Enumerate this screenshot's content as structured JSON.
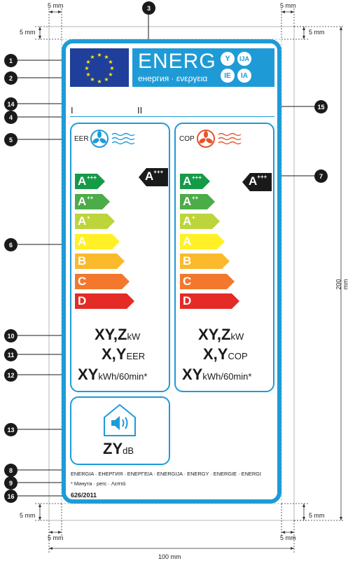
{
  "dimensions": {
    "top_left": "5 mm",
    "top_right": "5 mm",
    "side_tl": "5 mm",
    "side_tr": "5 mm",
    "side_bl": "5 mm",
    "side_br": "5 mm",
    "bottom_left": "5 mm",
    "bottom_right": "5 mm",
    "height": "200 mm",
    "width": "100 mm"
  },
  "callouts": [
    "1",
    "2",
    "3",
    "14",
    "4",
    "5",
    "6",
    "7",
    "15",
    "10",
    "11",
    "12",
    "13",
    "8",
    "9",
    "16"
  ],
  "header": {
    "energ": "ENERG",
    "sub": "енергия · ενεργεια",
    "badges": [
      "Y",
      "IJA",
      "IE",
      "IA"
    ]
  },
  "markers": {
    "one": "I",
    "two": "II"
  },
  "cooling": {
    "label": "EER",
    "grades": [
      "A",
      "A",
      "A",
      "A",
      "B",
      "C",
      "D"
    ],
    "grade_sups": [
      "+++",
      "++",
      "+",
      "",
      "",
      "",
      ""
    ],
    "arrow": "A",
    "arrow_sup": "+++",
    "capacity": "XY,Z",
    "capacity_unit": "kW",
    "ratio": "X,Y",
    "ratio_unit": "EER",
    "energy": "XY",
    "energy_unit": "kWh/60min*"
  },
  "heating": {
    "label": "COP",
    "grades": [
      "A",
      "A",
      "A",
      "A",
      "B",
      "C",
      "D"
    ],
    "grade_sups": [
      "+++",
      "++",
      "+",
      "",
      "",
      "",
      ""
    ],
    "arrow": "A",
    "arrow_sup": "+++",
    "capacity": "XY,Z",
    "capacity_unit": "kW",
    "ratio": "X,Y",
    "ratio_unit": "COP",
    "energy": "XY",
    "energy_unit": "kWh/60min*"
  },
  "noise": {
    "value": "ZY",
    "unit": "dB"
  },
  "footer": {
    "energia": "ENERGIA · ЕНЕРГИЯ · ΕΝΕΡΓΕΙΑ · ENERGIJA · ENERGY · ENERGIE · ENERGI",
    "note": "* Минута · perc · Λεπτά",
    "regulation": "626/2011"
  },
  "colors": {
    "frame": "#1e9bd7",
    "eu_blue": "#1f3f9a",
    "cool_fan": "#1e9bd7",
    "heat_fan": "#e8532a",
    "grades": [
      "#159a48",
      "#4cac47",
      "#bdd43b",
      "#fff125",
      "#fbb92c",
      "#f3782d",
      "#e42b25"
    ]
  }
}
